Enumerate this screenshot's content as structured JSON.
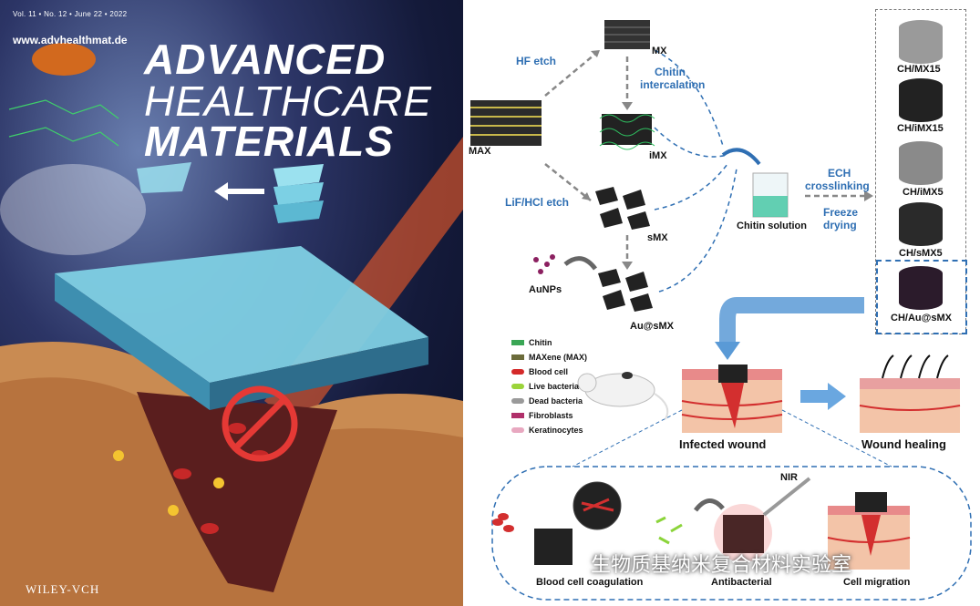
{
  "cover": {
    "meta": "Vol. 11 • No. 12 • June 22 • 2022",
    "url": "www.advhealthmat.de",
    "title_line1": "ADVANCED",
    "title_line2": "HEALTHCARE",
    "title_line3": "MATERIALS",
    "publisher": "WILEY-VCH"
  },
  "diagram": {
    "max": "MAX",
    "hf_etch": "HF etch",
    "mx": "MX",
    "chitin_intercalation_1": "Chitin",
    "chitin_intercalation_2": "intercalation",
    "imx": "iMX",
    "lif_etch": "LiF/HCl etch",
    "smx": "sMX",
    "aunps": "AuNPs",
    "au_smx": "Au@sMX",
    "chitin_solution": "Chitin solution",
    "ech_1": "ECH",
    "ech_2": "crosslinking",
    "freeze_1": "Freeze",
    "freeze_2": "drying",
    "products": [
      "CH/MX15",
      "CH/iMX15",
      "CH/iMX5",
      "CH/sMX5",
      "CH/Au@sMX"
    ],
    "infected_wound": "Infected wound",
    "wound_healing": "Wound healing",
    "nir": "NIR",
    "bottom_labels": [
      "Blood cell coagulation",
      "Antibacterial",
      "Cell migration"
    ],
    "legend": [
      {
        "label": "Chitin",
        "color": "#3aa655"
      },
      {
        "label": "MAXene (MAX)",
        "color": "#6b6b3a"
      },
      {
        "label": "Blood cell",
        "color": "#d42a2a"
      },
      {
        "label": "Live bacteria",
        "color": "#9bd43a"
      },
      {
        "label": "Dead bacteria",
        "color": "#9a9a9a"
      },
      {
        "label": "Fibroblasts",
        "color": "#b0306a"
      },
      {
        "label": "Keratinocytes",
        "color": "#e8a8c0"
      }
    ]
  },
  "watermark": "生物质基纳米复合材料实验室"
}
